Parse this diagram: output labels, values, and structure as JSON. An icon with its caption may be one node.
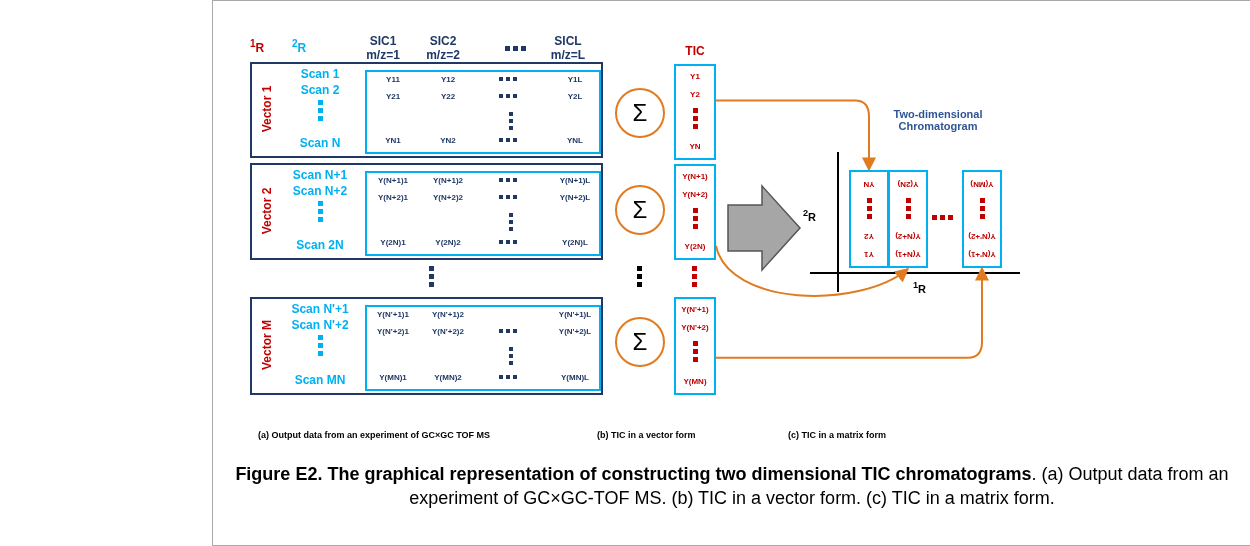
{
  "diagram": {
    "caption": "**Figure E2. The graphical representation of constructing two dimensional TIC chromatograms**. (a) Output data from an experiment of GC×GC-TOF MS. (b) TIC in a vector form. (c) TIC in a matrix form.",
    "nodes": [
      {
        "text": [
          "Vector 1",
          "Scan 1",
          "Scan 2",
          "Scan N"
        ]
      },
      {
        "text": [
          "Y11",
          "Y12",
          "Y1L",
          "Y21",
          "Y22",
          "Y2L",
          "YN1",
          "YN2",
          "YNL"
        ],
        "in": 0
      },
      {
        "text": [
          "Vector 2",
          "Scan N+1",
          "Scan N+2",
          "Scan 2N"
        ]
      },
      {
        "text": [
          "Y(N+1)1",
          "Y(N+1)2",
          "Y(N+1)L",
          "Y(N+2)1",
          "Y(N+2)2",
          "Y(N+2)L",
          "Y(2N)1",
          "Y(2N)2",
          "Y(2N)L"
        ],
        "in": 2
      },
      {
        "text": [
          "Vector M",
          "Scan N'+1",
          "Scan N'+2",
          "Scan MN"
        ]
      },
      {
        "text": [
          "Y(N'+1)1",
          "Y(N'+1)2",
          "Y(N'+1)L",
          "Y(N'+2)1",
          "Y(N'+2)2",
          "Y(N'+2)L",
          "Y(MN)1",
          "Y(MN)2",
          "Y(MN)L"
        ],
        "in": 4
      },
      {
        "text": [
          "Σ"
        ]
      },
      {
        "text": [
          "Σ"
        ]
      },
      {
        "text": [
          "Σ"
        ]
      },
      {
        "text": [
          "Y1",
          "Y2",
          "YN"
        ]
      },
      {
        "text": [
          "Y(N+1)",
          "Y(N+2)",
          "Y(2N)"
        ]
      },
      {
        "text": [
          "Y(N'+1)",
          "Y(N'+2)",
          "Y(MN)"
        ]
      },
      {
        "text": [
          "YN",
          "Y2",
          "Y1"
        ]
      },
      {
        "text": [
          "Y(2N)",
          "Y(N+2)",
          "Y(N+1)"
        ]
      },
      {
        "text": [
          "Y(MN)",
          "Y(N'+2)",
          "Y(N'+1)"
        ]
      }
    ],
    "edges": [
      {
        "from": 9,
        "to": 12,
        "arrow": "to"
      },
      {
        "from": 10,
        "to": 13,
        "arrow": "to"
      },
      {
        "from": 11,
        "to": 14,
        "arrow": "to"
      }
    ],
    "labels": [
      "$^{1}$R",
      "$^{2}$R",
      "SIC1 m/z=1",
      "SIC2 m/z=2",
      "SICL m/z=L",
      "TIC",
      "Two-dimensional Chromatogram",
      "$^{2}$R",
      "$^{1}$R",
      "(a) Output data from an experiment of GC×GC TOF MS",
      "(b) TIC in a vector form",
      "(c) TIC in a matrix form"
    ]
  }
}
